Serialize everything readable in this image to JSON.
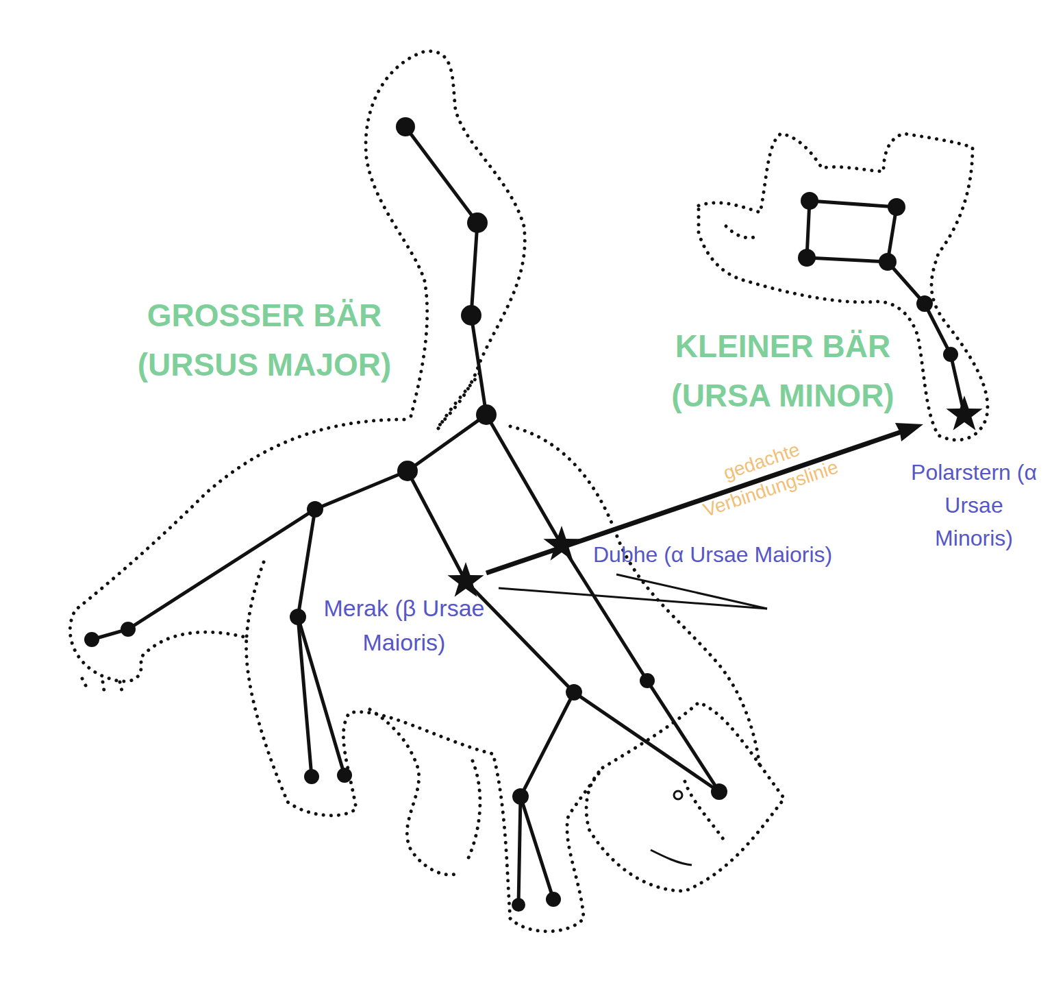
{
  "diagram": {
    "labels": [
      "GROSSER BÄR (URSUS MAJOR)",
      "KLEINER BÄR (URSA MINOR)",
      "gedachte Verbindungslinie",
      "Dubhe (α Ursae Maioris)",
      "Merak (β Ursae Maioris)",
      "Polarstern (α Ursae Minoris)"
    ]
  }
}
